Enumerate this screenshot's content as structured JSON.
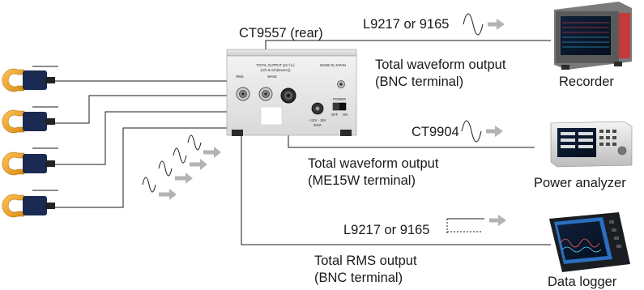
{
  "labels": {
    "ct9557_rear": "CT9557 (rear)",
    "l9217_top": "L9217 or 9165",
    "total_waveform_bnc_line1": "Total waveform output",
    "total_waveform_bnc_line2": "(BNC terminal)",
    "recorder": "Recorder",
    "ct9904": "CT9904",
    "total_waveform_me15w_line1": "Total waveform output",
    "total_waveform_me15w_line2": "(ME15W terminal)",
    "power_analyzer": "Power analyzer",
    "l9217_bottom": "L9217 or 9165",
    "total_rms_line1": "Total RMS output",
    "total_rms_line2": "(BNC terminal)",
    "data_logger": "Data logger"
  },
  "panel": {
    "total_output_title": "TOTAL OUTPUT (2V f.s.)",
    "total_output_sub": "(1ch & Ach(source))",
    "rms_label": "RMS",
    "wave_label": "WAVE",
    "made_in": "MADE IN JAPAN",
    "power_label": "POWER",
    "off_label": "OFF",
    "on_label": "ON",
    "dc_label": "+12V - 15V",
    "va_label": "20VA"
  },
  "colors": {
    "arrow": "#b3b3b3",
    "wire": "#1a1a1a",
    "clamp_orange": "#f0a11e"
  },
  "icons": {
    "waveform_arrow": "sine-wave-arrow-icon",
    "step_arrow": "step-signal-arrow-icon",
    "clamp": "clamp-sensor-icon"
  }
}
